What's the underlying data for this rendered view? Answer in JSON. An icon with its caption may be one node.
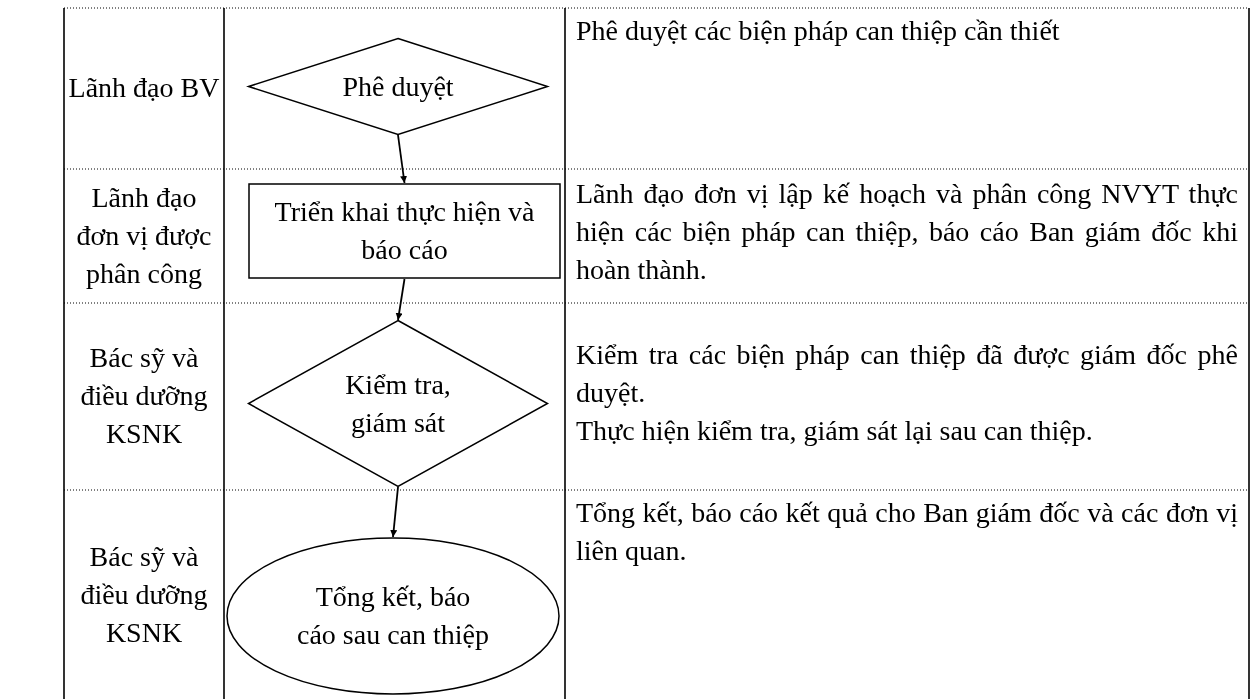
{
  "diagram": {
    "nodes": [
      {
        "text": [
          "Phê duyệt"
        ]
      },
      {
        "text": [
          "Triển khai thực hiện và báo cáo"
        ]
      },
      {
        "text": [
          "Kiểm tra, giám sát"
        ]
      },
      {
        "text": [
          "Tổng kết, báo cáo sau can thiệp"
        ]
      }
    ],
    "edges": [
      {
        "from": 0,
        "to": 1,
        "arrow": "to"
      },
      {
        "from": 1,
        "to": 2,
        "arrow": "to"
      },
      {
        "from": 2,
        "to": 3,
        "arrow": "to"
      }
    ],
    "labels": [
      "Lãnh đạo BV",
      "Phê duyệt các biện pháp can thiệp cần thiết",
      "Lãnh đạo đơn vị được phân công",
      "Lãnh đạo đơn vị lập kế hoạch và phân công NVYT thực hiện các biện pháp can thiệp, báo cáo Ban giám đốc khi hoàn thành.",
      "Bác sỹ và điều dưỡng KSNK",
      "Kiểm tra các biện pháp can thiệp đã được giám đốc phê duyệt.",
      "Thực hiện kiểm tra, giám sát lại sau can thiệp.",
      "Bác sỹ và điều dưỡng KSNK",
      "Tổng kết, báo cáo kết quả cho Ban giám đốc và các đơn vị liên quan."
    ]
  }
}
